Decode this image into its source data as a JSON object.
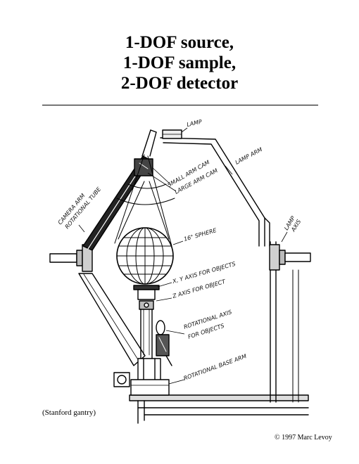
{
  "title": {
    "line1": "1-DOF source,",
    "line2": "1-DOF sample,",
    "line3": "2-DOF detector"
  },
  "annotations": {
    "lamp": "LAMP",
    "lamp_arm": "LAMP ARM",
    "small_arm_cam": "SMALL ARM CAM",
    "large_arm_cam": "LARGE ARM CAM",
    "camera_arm_tube_1": "CAMERA ARM",
    "camera_arm_tube_2": "ROTATIONAL TUBE",
    "sphere": "16\" SPHERE",
    "lamp_axis_1": "LAMP",
    "lamp_axis_2": "AXIS",
    "xy_axis": "X, Y AXIS FOR OBJECTS",
    "z_axis": "Z AXIS FOR OBJECT",
    "rot_axis_1": "ROTATIONAL AXIS",
    "rot_axis_2": "FOR OBJECTS",
    "base_arm": "ROTATIONAL BASE ARM"
  },
  "caption": "(Stanford gantry)",
  "copyright": "© 1997 Marc Levoy"
}
